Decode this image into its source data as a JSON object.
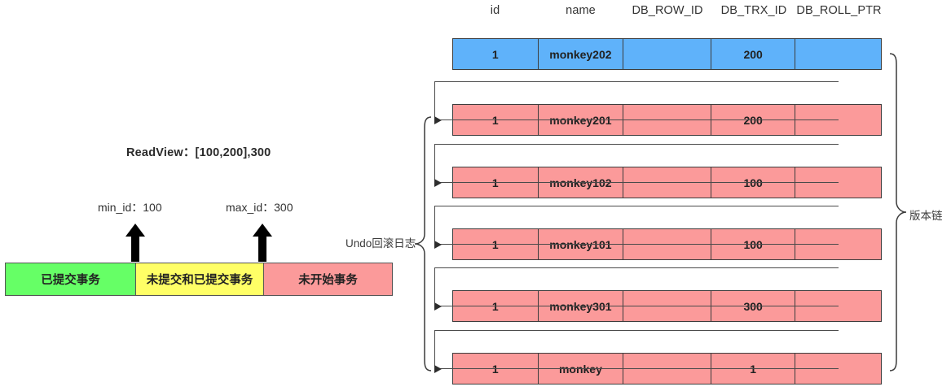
{
  "table": {
    "headers": [
      "id",
      "name",
      "DB_ROW_ID",
      "DB_TRX_ID",
      "DB_ROLL_PTR"
    ],
    "rows": [
      {
        "id": "1",
        "name": "monkey202",
        "db_row_id": "",
        "db_trx_id": "200",
        "db_roll_ptr": "",
        "color": "#5fb2fa",
        "kind": "current"
      },
      {
        "id": "1",
        "name": "monkey201",
        "db_row_id": "",
        "db_trx_id": "200",
        "db_roll_ptr": "",
        "color": "#fb9a9a",
        "kind": "undo"
      },
      {
        "id": "1",
        "name": "monkey102",
        "db_row_id": "",
        "db_trx_id": "100",
        "db_roll_ptr": "",
        "color": "#fb9a9a",
        "kind": "undo"
      },
      {
        "id": "1",
        "name": "monkey101",
        "db_row_id": "",
        "db_trx_id": "100",
        "db_roll_ptr": "",
        "color": "#fb9a9a",
        "kind": "undo"
      },
      {
        "id": "1",
        "name": "monkey301",
        "db_row_id": "",
        "db_trx_id": "300",
        "db_roll_ptr": "",
        "color": "#fb9a9a",
        "kind": "undo"
      },
      {
        "id": "1",
        "name": "monkey",
        "db_row_id": "",
        "db_trx_id": "1",
        "db_roll_ptr": "",
        "color": "#fb9a9a",
        "kind": "undo"
      }
    ]
  },
  "annotations": {
    "undo_log_label": "Undo回滚日志",
    "version_chain_label": "版本链"
  },
  "readview": {
    "title": "ReadView：[100,200],300",
    "min_id_label": "min_id：100",
    "max_id_label": "max_id：300"
  },
  "state_bar": {
    "segments": [
      {
        "label": "已提交事务",
        "color": "#66ff66",
        "width": 160
      },
      {
        "label": "未提交和已提交事务",
        "color": "#ffff66",
        "width": 157
      },
      {
        "label": "未开始事务",
        "color": "#fb9a9a",
        "width": 157
      }
    ]
  }
}
